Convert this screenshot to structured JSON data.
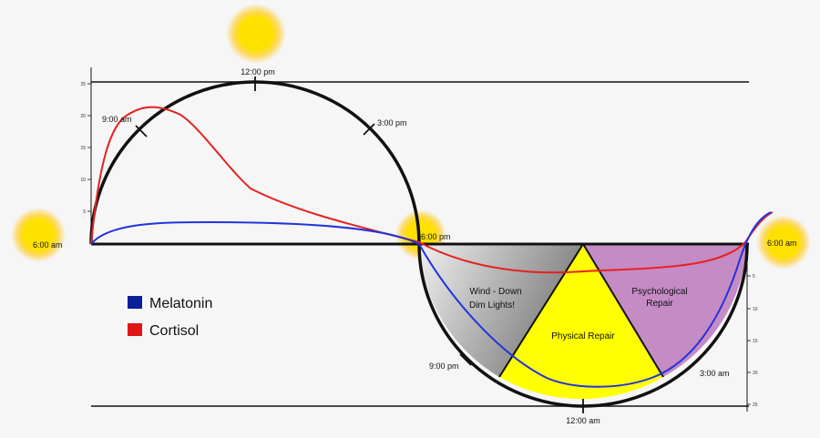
{
  "colors": {
    "background": "#f6f6f6",
    "melatonin": "#0a1f9a",
    "cortisol": "#e01616",
    "melatonin_curve": "#2233dd",
    "cortisol_curve": "#e52222",
    "wind_down": "#bdbdbd",
    "physical_repair": "#ffff00",
    "psychological_repair": "#c48bc4",
    "sun": "#ffe100"
  },
  "time_labels": {
    "left_6am": "6:00 am",
    "nine_am": "9:00 am",
    "noon": "12:00 pm",
    "three_pm": "3:00 pm",
    "six_pm": "6:00 pm",
    "nine_pm": "9:00 pm",
    "midnight": "12:00 am",
    "three_am": "3:00 am",
    "right_6am": "6:00 am"
  },
  "regions": {
    "wind_down": [
      "Wind - Down",
      "Dim Lights!"
    ],
    "physical_repair": "Physical Repair",
    "psychological_repair": [
      "Psychological",
      "Repair"
    ]
  },
  "legend": [
    {
      "label": "Melatonin",
      "color": "#0a1f9a"
    },
    {
      "label": "Cortisol",
      "color": "#e01616"
    }
  ],
  "left_axis_ticks": [
    "25",
    "20",
    "15",
    "10",
    "5"
  ],
  "right_axis_ticks": [
    "5",
    "10",
    "15",
    "20",
    "25"
  ]
}
